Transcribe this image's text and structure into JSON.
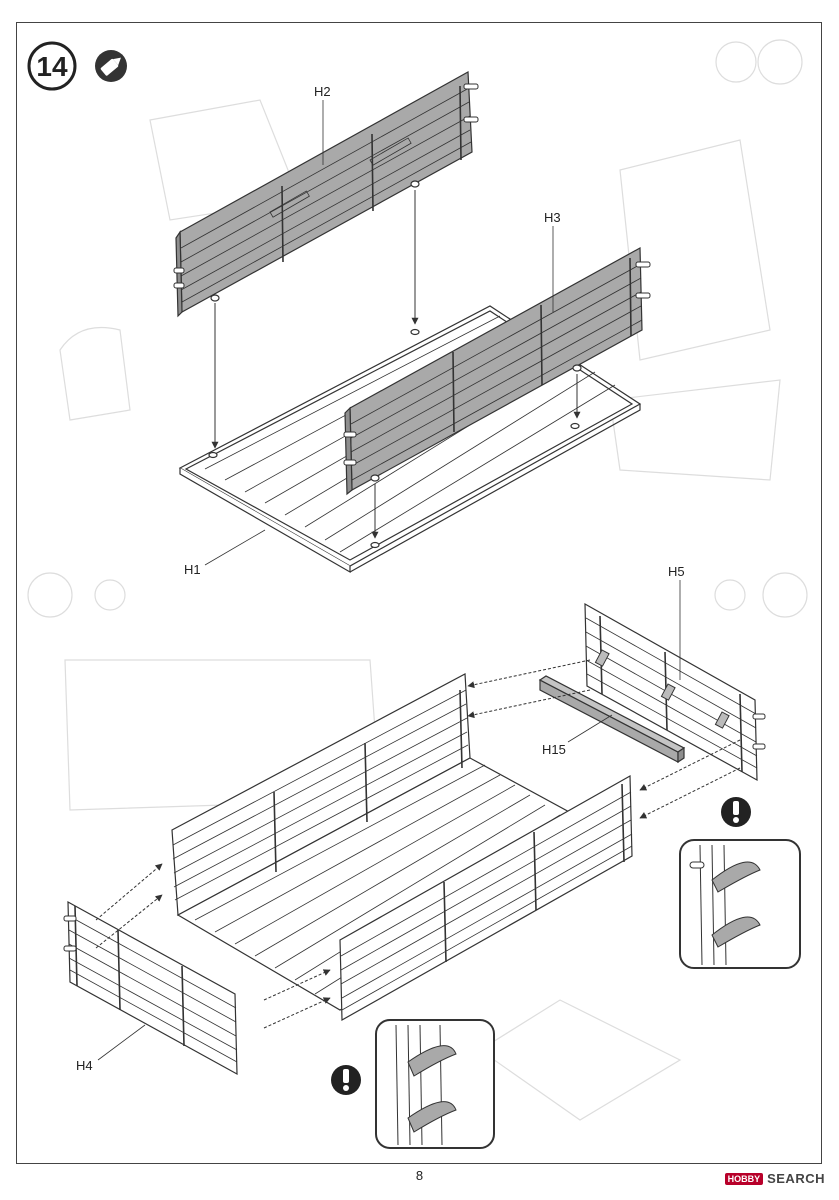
{
  "step": {
    "number": "14"
  },
  "labels": {
    "h2": "H2",
    "h3": "H3",
    "h1": "H1",
    "h5": "H5",
    "h15": "H15",
    "h4": "H4"
  },
  "page": {
    "number": "8"
  },
  "watermark": {
    "brand": "HOBBY",
    "text": "SEARCH"
  },
  "colors": {
    "part_fill": "#a9a9a9",
    "line": "#333333",
    "ghost": "#d8d8d8"
  }
}
